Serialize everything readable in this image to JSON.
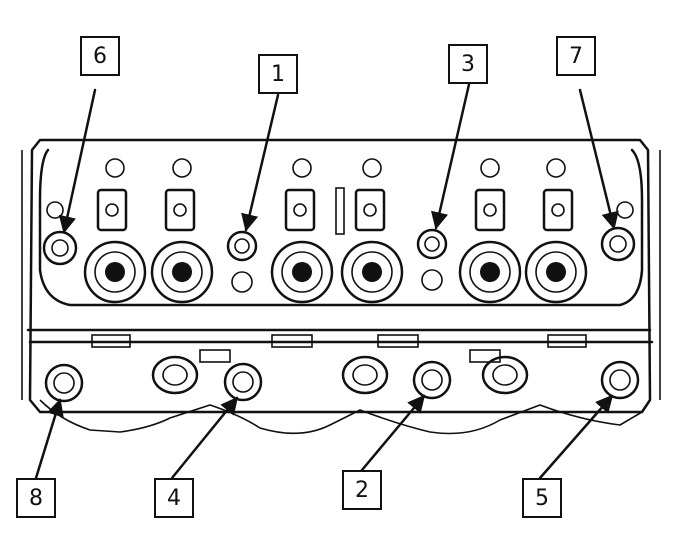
{
  "callouts": [
    {
      "id": "6",
      "label": "6"
    },
    {
      "id": "1",
      "label": "1"
    },
    {
      "id": "3",
      "label": "3"
    },
    {
      "id": "7",
      "label": "7"
    },
    {
      "id": "8",
      "label": "8"
    },
    {
      "id": "4",
      "label": "4"
    },
    {
      "id": "2",
      "label": "2"
    },
    {
      "id": "5",
      "label": "5"
    }
  ]
}
